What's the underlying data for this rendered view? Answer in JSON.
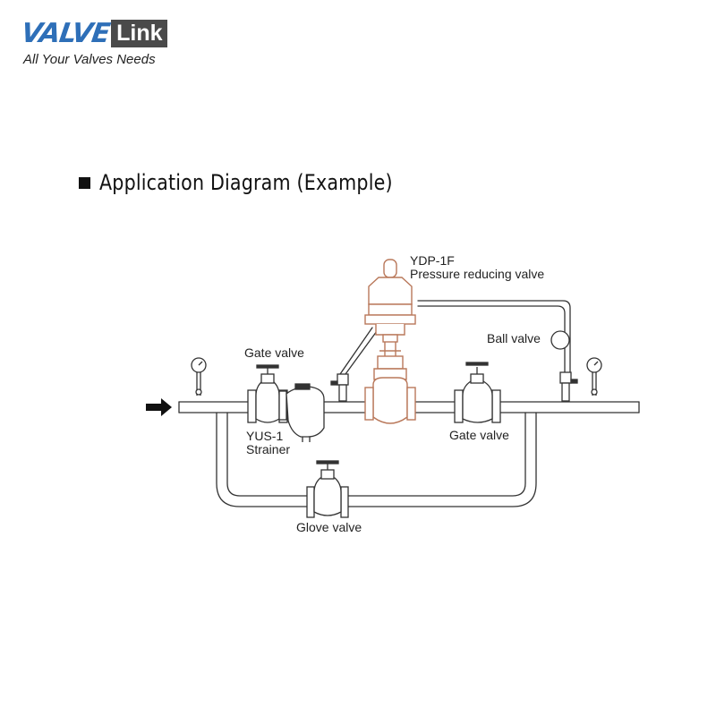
{
  "brand": {
    "logo_valve": "VALVE",
    "logo_link": "Link",
    "tagline": "All Your Valves Needs",
    "colors": {
      "valve_blue": "#2e6fb8",
      "link_box": "#4a4a4a"
    }
  },
  "section": {
    "icon": "black-square-bullet",
    "title": "Application Diagram (Example)"
  },
  "diagram": {
    "colors": {
      "line": "#333333",
      "reducing_valve": "#b9785a"
    },
    "labels": {
      "reducing_valve_model": "YDP-1F",
      "reducing_valve_name": "Pressure reducing valve",
      "ball_valve": "Ball valve",
      "gate_valve_left": "Gate valve",
      "strainer_model": "YUS-1",
      "strainer_name": "Strainer",
      "gate_valve_right": "Gate valve",
      "glove_valve": "Glove valve"
    }
  }
}
